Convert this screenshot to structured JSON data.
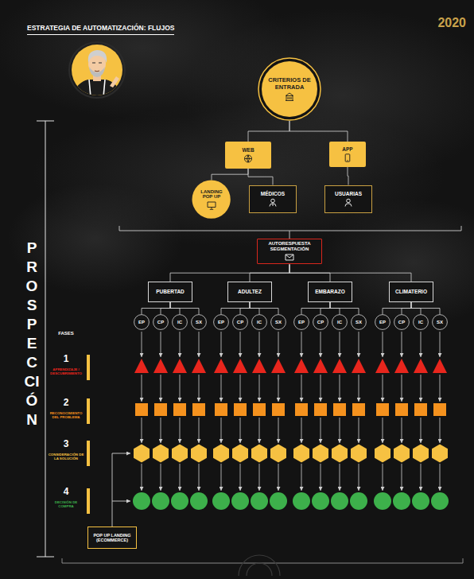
{
  "diagram": {
    "title": "ESTRATEGIA DE AUTOMATIZACIÓN: FLUJOS",
    "nodes": [
      {
        "text": [
          "CRITERIOS DE ENTRADA"
        ]
      },
      {
        "text": [
          "WEB"
        ]
      },
      {
        "text": [
          "APP"
        ]
      },
      {
        "text": [
          "LANDING POP UP"
        ]
      },
      {
        "text": [
          "MÉDICOS"
        ]
      },
      {
        "text": [
          "USUARIAS"
        ]
      },
      {
        "text": [
          "AUTORESPUESTA SEGMENTACIÓN"
        ]
      },
      {
        "text": [
          "PUBERTAD"
        ]
      },
      {
        "text": [
          "ADULTEZ"
        ]
      },
      {
        "text": [
          "EMBARAZO"
        ]
      },
      {
        "text": [
          "CLIMATERIO"
        ]
      },
      {
        "text": [
          "EP"
        ]
      },
      {
        "text": [
          "CP"
        ]
      },
      {
        "text": [
          "IC"
        ]
      },
      {
        "text": [
          "SX"
        ]
      },
      {
        "text": [
          "EP"
        ]
      },
      {
        "text": [
          "CP"
        ]
      },
      {
        "text": [
          "IC"
        ]
      },
      {
        "text": [
          "SX"
        ]
      },
      {
        "text": [
          "EP"
        ]
      },
      {
        "text": [
          "CP"
        ]
      },
      {
        "text": [
          "IC"
        ]
      },
      {
        "text": [
          "SX"
        ]
      },
      {
        "text": [
          "EP"
        ]
      },
      {
        "text": [
          "CP"
        ]
      },
      {
        "text": [
          "IC"
        ]
      },
      {
        "text": [
          "SX"
        ]
      },
      {
        "text": [
          "POP UP LANDING (ECOMMERCE)"
        ]
      }
    ],
    "edges": [
      {
        "from": 0,
        "to": 1,
        "arrow": "none"
      },
      {
        "from": 0,
        "to": 2,
        "arrow": "none"
      },
      {
        "from": 1,
        "to": 3,
        "arrow": "none"
      },
      {
        "from": 1,
        "to": 4,
        "arrow": "none"
      },
      {
        "from": 2,
        "to": 5,
        "arrow": "none"
      },
      {
        "from": 6,
        "to": 7,
        "arrow": "none"
      },
      {
        "from": 6,
        "to": 8,
        "arrow": "none"
      },
      {
        "from": 6,
        "to": 9,
        "arrow": "none"
      },
      {
        "from": 6,
        "to": 10,
        "arrow": "none"
      },
      {
        "from": 7,
        "to": 11,
        "arrow": "none"
      },
      {
        "from": 7,
        "to": 12,
        "arrow": "none"
      },
      {
        "from": 7,
        "to": 13,
        "arrow": "none"
      },
      {
        "from": 7,
        "to": 14,
        "arrow": "none"
      },
      {
        "from": 8,
        "to": 15,
        "arrow": "none"
      },
      {
        "from": 8,
        "to": 16,
        "arrow": "none"
      },
      {
        "from": 8,
        "to": 17,
        "arrow": "none"
      },
      {
        "from": 8,
        "to": 18,
        "arrow": "none"
      },
      {
        "from": 9,
        "to": 19,
        "arrow": "none"
      },
      {
        "from": 9,
        "to": 20,
        "arrow": "none"
      },
      {
        "from": 9,
        "to": 21,
        "arrow": "none"
      },
      {
        "from": 9,
        "to": 22,
        "arrow": "none"
      },
      {
        "from": 10,
        "to": 23,
        "arrow": "none"
      },
      {
        "from": 10,
        "to": 24,
        "arrow": "none"
      },
      {
        "from": 10,
        "to": 25,
        "arrow": "none"
      },
      {
        "from": 10,
        "to": 26,
        "arrow": "none"
      }
    ],
    "labels": [
      "2020",
      "PROSPECCIÓN",
      "FASES",
      "1",
      "APRENDIZAJE / DESCUBRIMIENTO",
      "2",
      "RECONOCIMIENTO DEL PROBLEMA",
      "3",
      "CONSIDERACIÓN DE LA SOLUCIÓN",
      "4",
      "DECISIÓN DE COMPRA"
    ]
  }
}
